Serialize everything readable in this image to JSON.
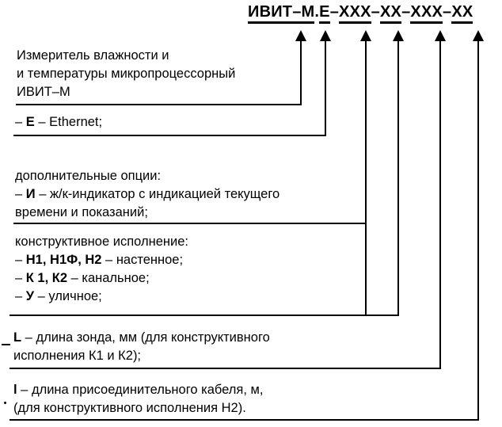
{
  "code": {
    "segments": [
      "ИВИТ–М",
      ".",
      "Е",
      "–",
      "ХХХ",
      "–",
      "ХХ",
      "–",
      "ХХХ",
      "–",
      "ХХ"
    ],
    "full_text": "ИВИТ–М.Е–ХХХ–ХХ–ХХХ–ХХ",
    "part_1": "ИВИТ–М",
    "sep_dot": ".",
    "part_2": "Е",
    "sep_1": "–",
    "part_3": "ХХХ",
    "sep_2": "–",
    "part_4": "ХХ",
    "sep_3": "–",
    "part_5": "ХХХ",
    "sep_4": "–",
    "part_6": "ХХ"
  },
  "blocks": [
    {
      "id": "product-name",
      "lines": [
        "Измеритель влажности и",
        "и температуры микропроцессорный",
        "ИВИТ–М"
      ]
    },
    {
      "id": "interface",
      "lines_html": [
        "– <b>Е</b> – Ethernet;"
      ],
      "plain": "– Е – Ethernet;"
    },
    {
      "id": "additional-options",
      "lines_html": [
        "дополнительные опции:",
        "– <b>И</b> – ж/к-индикатор с индикацией текущего",
        "времени и показаний;"
      ],
      "plain": "дополнительные опции: – И – ж/к-индикатор с индикацией текущего времени и показаний;"
    },
    {
      "id": "construction-type",
      "lines_html": [
        "конструктивное исполнение:",
        "– <b>Н1, Н1Ф, Н2</b> – настенное;",
        "– <b>К 1, К2</b> – канальное;",
        "– <b>У</b> – уличное;"
      ],
      "plain": "конструктивное исполнение: – Н1, Н1Ф, Н2 – настенное; – К 1, К2 – канальное; – У – уличное;"
    },
    {
      "id": "probe-length",
      "lines_html": [
        "<b>L</b> – длина зонда, мм (для конструктивного",
        "исполнения К1 и К2);"
      ],
      "plain": "L – длина зонда, мм (для конструктивного исполнения К1 и К2);"
    },
    {
      "id": "cable-length",
      "lines_html": [
        "<b>l</b> – длина присоединительного кабеля, м,",
        "(для конструктивного исполнения Н2)."
      ],
      "plain": "l – длина присоединительного кабеля, м, (для конструктивного исполнения Н2)."
    }
  ],
  "colors": {
    "ink": "#000000",
    "background": "#ffffff"
  }
}
